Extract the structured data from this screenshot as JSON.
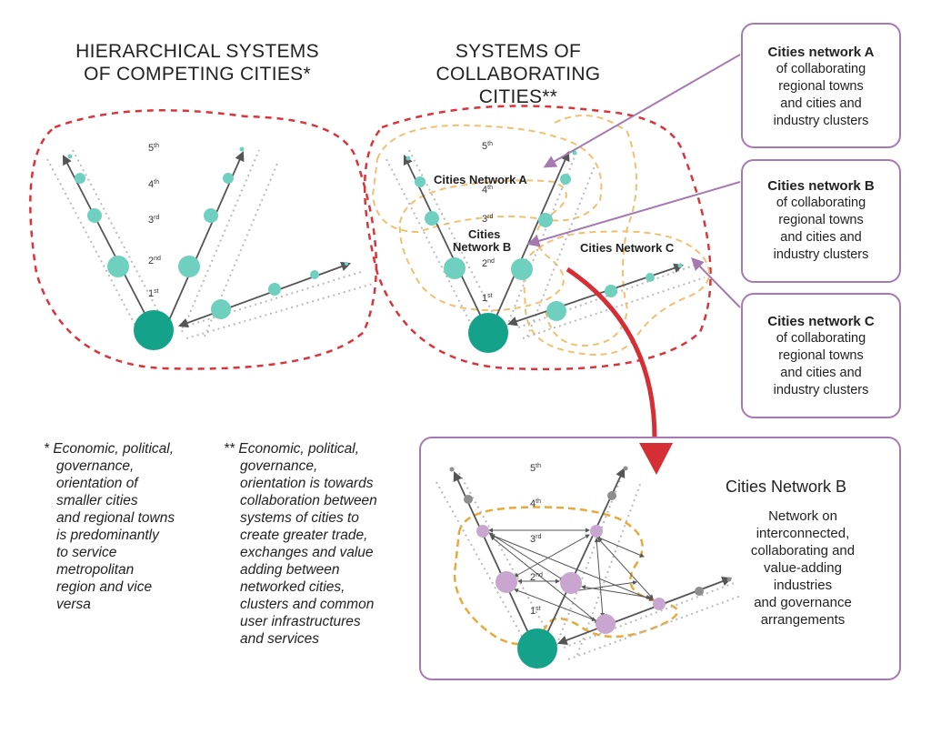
{
  "titles": {
    "left": [
      "HIERARCHICAL SYSTEMS",
      "OF COMPETING CITIES*"
    ],
    "middle": [
      "SYSTEMS OF",
      "COLLABORATING CITIES**"
    ]
  },
  "orders": {
    "first": {
      "num": "1",
      "suf": "st"
    },
    "second": {
      "num": "2",
      "suf": "nd"
    },
    "third": {
      "num": "3",
      "suf": "rd"
    },
    "fourth": {
      "num": "4",
      "suf": "th"
    },
    "fifth": {
      "num": "5",
      "suf": "th"
    }
  },
  "network_labels": {
    "a": "Cities Network A",
    "b_line1": "Cities",
    "b_line2": "Network B",
    "c": "Cities Network C"
  },
  "boxes": {
    "a": {
      "title": "Cities network A",
      "lines": [
        "of collaborating",
        "regional towns",
        "and cities and",
        "industry clusters"
      ]
    },
    "b": {
      "title": "Cities network B",
      "lines": [
        "of collaborating",
        "regional towns",
        "and cities and",
        "industry clusters"
      ]
    },
    "c": {
      "title": "Cities network C",
      "lines": [
        "of collaborating",
        "regional towns",
        "and cities and",
        "industry clusters"
      ]
    }
  },
  "detail": {
    "heading": "Cities Network B",
    "lines": [
      "Network on",
      "interconnected,",
      "collaborating and",
      "value-adding",
      "industries",
      "and governance",
      "arrangements"
    ]
  },
  "notes": {
    "single": [
      "* Economic, political,",
      "governance,",
      "orientation of",
      "smaller cities",
      "and regional towns",
      "is predominantly",
      "to service",
      "metropolitan",
      "region and vice",
      "versa"
    ],
    "double": [
      "** Economic, political,",
      "governance,",
      "orientation is towards",
      "collaboration between",
      "systems of cities to",
      "create greater trade,",
      "exchanges and value",
      "adding between",
      "networked cities,",
      "clusters and common",
      "user infrastructures",
      "and services"
    ]
  },
  "colors": {
    "teal_dark": "#14a38a",
    "teal_light": "#6fd0c0",
    "red_dashed": "#d8343b",
    "orange_dashed": "#f0c070",
    "orange_dashed_dark": "#e8a93a",
    "purple": "#a57ab0",
    "lilac_node": "#c9a6cf",
    "grey_node": "#8e8e8e",
    "red_arrow": "#d62e35"
  }
}
